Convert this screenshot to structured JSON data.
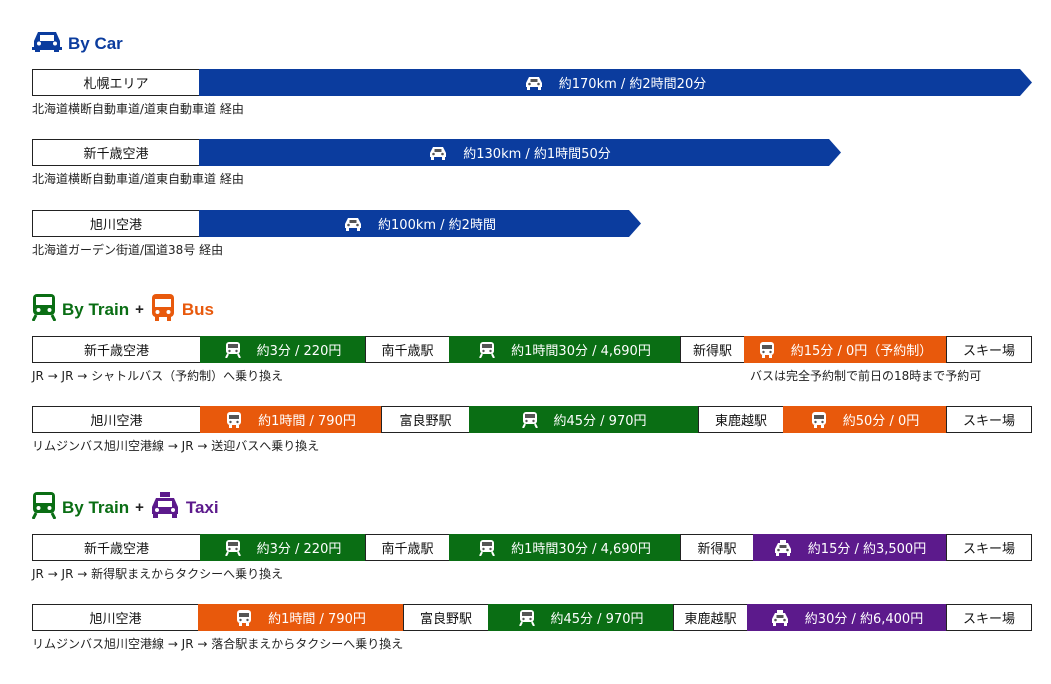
{
  "colors": {
    "car": "#0b3c9e",
    "train": "#0a6e14",
    "bus": "#e8590c",
    "taxi": "#5c1a8c"
  },
  "sections": {
    "car": {
      "title": "By Car",
      "icon": "car-icon"
    },
    "train_bus": {
      "train_title": "By Train",
      "plus": "+",
      "bus_title": "Bus",
      "train_icon": "train-icon",
      "bus_icon": "bus-icon"
    },
    "train_taxi": {
      "train_title": "By Train",
      "plus": "+",
      "taxi_title": "Taxi",
      "train_icon": "train-icon",
      "taxi_icon": "taxi-icon"
    }
  },
  "car_routes": [
    {
      "origin": "札幌エリア",
      "time": "約170km / 約2時間20分",
      "note": "北海道横断自動車道/道東自動車道 経由"
    },
    {
      "origin": "新千歳空港",
      "time": "約130km / 約1時間50分",
      "note": "北海道横断自動車道/道東自動車道 経由"
    },
    {
      "origin": "旭川空港",
      "time": "約100km / 約2時間",
      "note": "北海道ガーデン街道/国道38号 経由"
    }
  ],
  "train_bus_routes": [
    {
      "origin": "新千歳空港",
      "legs": [
        {
          "mode": "train",
          "time": "約3分 / 220円",
          "stop": "南千歳駅"
        },
        {
          "mode": "train",
          "time": "約1時間30分 / 4,690円",
          "stop": "新得駅"
        },
        {
          "mode": "bus",
          "time": "約15分 / 0円（予約制）",
          "stop": "スキー場"
        }
      ],
      "note": "JR → JR → シャトルバス（予約制）へ乗り換え",
      "note_right": "バスは完全予約制で前日の18時まで予約可"
    },
    {
      "origin": "旭川空港",
      "legs": [
        {
          "mode": "bus",
          "time": "約1時間 / 790円",
          "stop": "富良野駅"
        },
        {
          "mode": "train",
          "time": "約45分 / 970円",
          "stop": "東鹿越駅"
        },
        {
          "mode": "bus",
          "time": "約50分 / 0円",
          "stop": "スキー場"
        }
      ],
      "note": "リムジンバス旭川空港線 → JR → 送迎バスへ乗り換え"
    }
  ],
  "train_taxi_routes": [
    {
      "origin": "新千歳空港",
      "legs": [
        {
          "mode": "train",
          "time": "約3分 / 220円",
          "stop": "南千歳駅"
        },
        {
          "mode": "train",
          "time": "約1時間30分 / 4,690円",
          "stop": "新得駅"
        },
        {
          "mode": "taxi",
          "time": "約15分 / 約3,500円",
          "stop": "スキー場"
        }
      ],
      "note": "JR → JR → 新得駅まえからタクシーへ乗り換え"
    },
    {
      "origin": "旭川空港",
      "legs": [
        {
          "mode": "bus",
          "time": "約1時間 / 790円",
          "stop": "富良野駅"
        },
        {
          "mode": "train",
          "time": "約45分 / 970円",
          "stop": "東鹿越駅"
        },
        {
          "mode": "taxi",
          "time": "約30分 / 約6,400円",
          "stop": "スキー場"
        }
      ],
      "note": "リムジンバス旭川空港線 → JR → 落合駅まえからタクシーへ乗り換え"
    }
  ]
}
